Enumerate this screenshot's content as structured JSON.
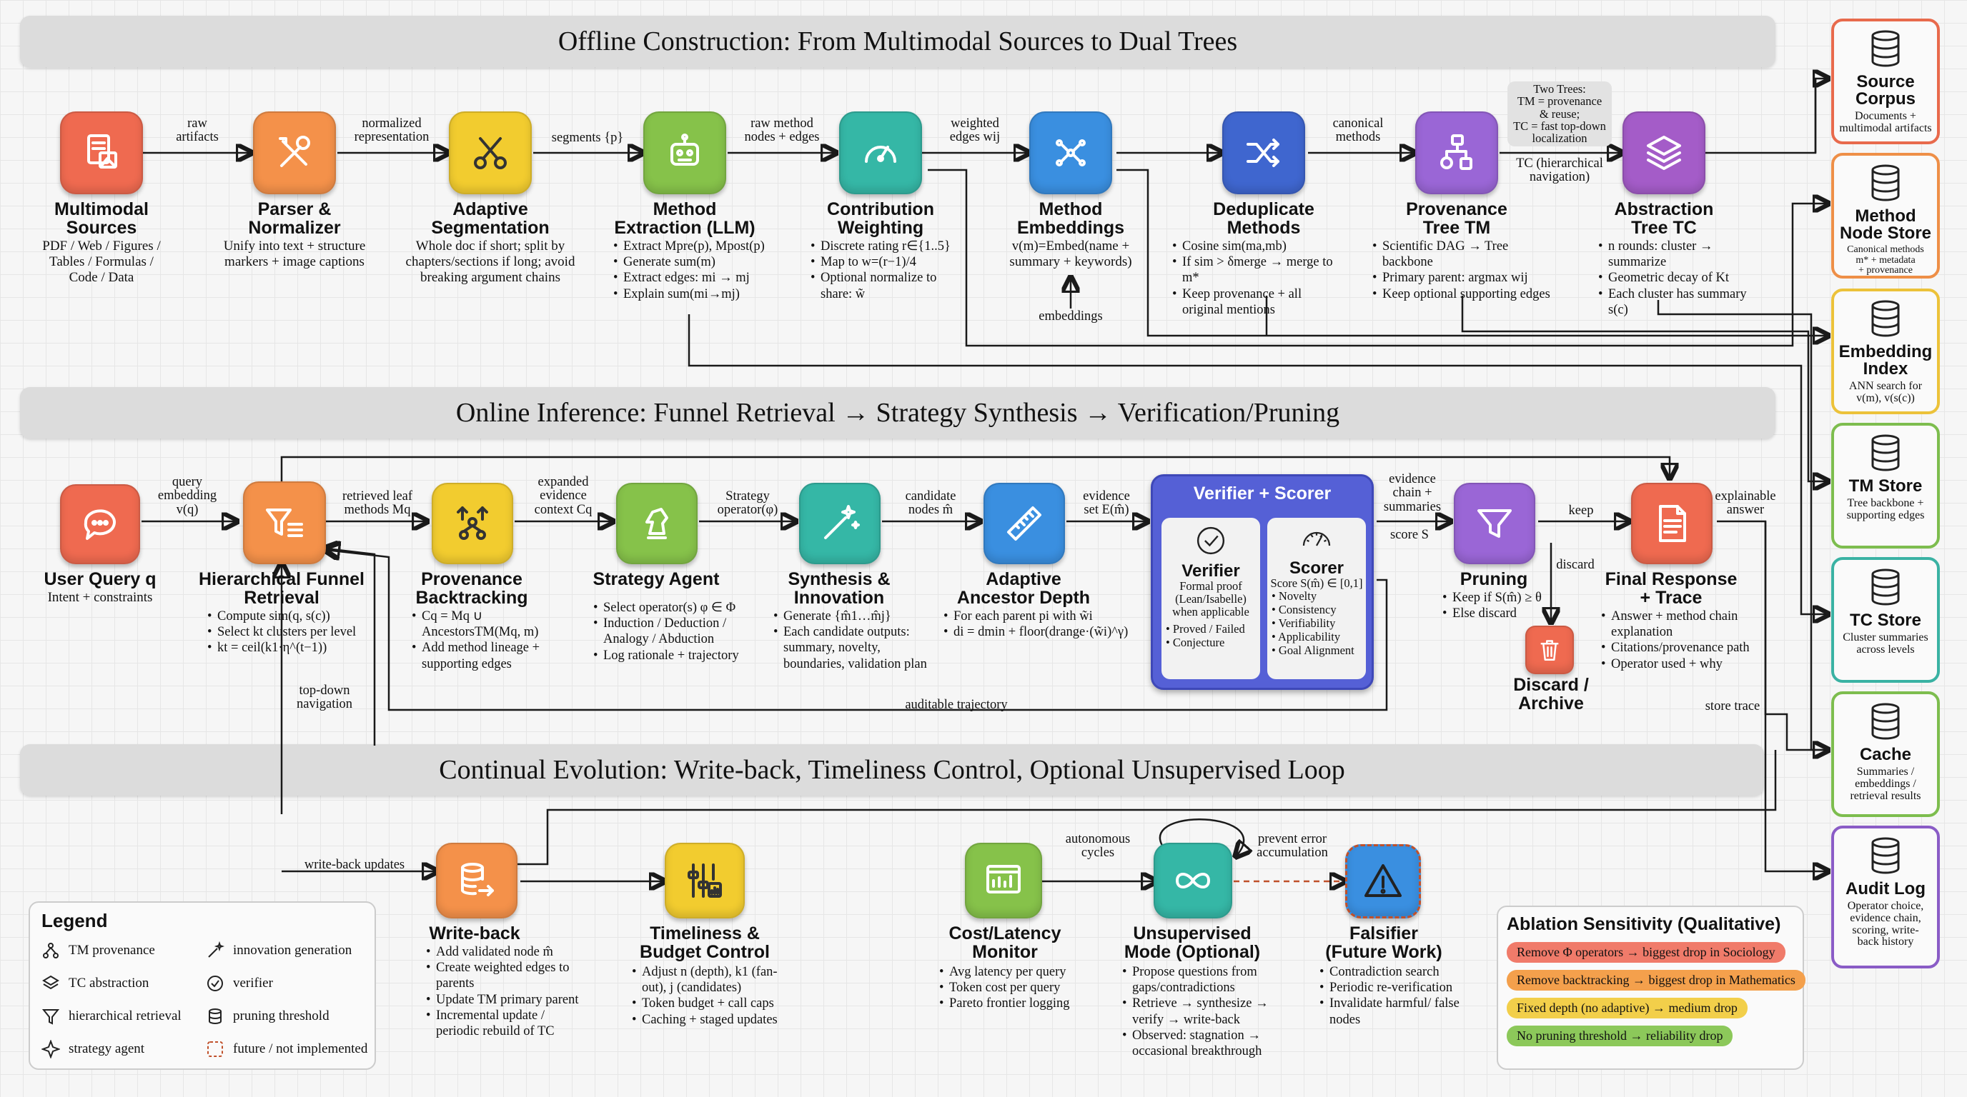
{
  "bands": {
    "offline": "Offline Construction: From Multimodal Sources to Dual Trees",
    "online": "Online Inference: Funnel Retrieval → Strategy Synthesis → Verification/Pruning",
    "evolution": "Continual Evolution: Write-back, Timeliness Control, Optional Unsupervised Loop"
  },
  "offline": {
    "multimodal": {
      "title": "Multimodal\nSources",
      "desc": "PDF / Web / Figures /\nTables / Formulas /\nCode / Data",
      "icon": "document-image-icon",
      "color": "#ef6a50"
    },
    "parser": {
      "title": "Parser &\nNormalizer",
      "desc": "Unify into text + structure\nmarkers + image captions",
      "icon": "tools-icon",
      "color": "#f4914a"
    },
    "segmentation": {
      "title": "Adaptive\nSegmentation",
      "desc": "Whole doc if short; split by\nchapters/sections if long; avoid\nbreaking argument chains",
      "icon": "scissors-icon",
      "color": "#f2cc2f"
    },
    "extraction": {
      "title": "Method\nExtraction (LLM)",
      "bullets": [
        "Extract Mpre(p), Mpost(p)",
        "Generate sum(m)",
        "Extract edges: mi → mj",
        "Explain sum(mi→mj)"
      ],
      "icon": "robot-icon",
      "color": "#86c24a"
    },
    "weighting": {
      "title": "Contribution\nWeighting",
      "bullets": [
        "Discrete rating r∈{1..5}",
        "Map to w=(r−1)/4",
        "Optional normalize to share: w̃"
      ],
      "icon": "gauge-icon",
      "color": "#35b7a6"
    },
    "embeddings": {
      "title": "Method\nEmbeddings",
      "desc": "v(m)=Embed(name +\nsummary + keywords)",
      "icon": "embedding-icon",
      "color": "#3a8fe0"
    },
    "dedup": {
      "title": "Deduplicate\nMethods",
      "bullets": [
        "Cosine sim(ma,mb)",
        "If sim > δmerge → merge to m*",
        "Keep provenance + all original mentions"
      ],
      "icon": "shuffle-icon",
      "color": "#3f66cf"
    },
    "provenance": {
      "title": "Provenance\nTree TM",
      "bullets": [
        "Scientific DAG → Tree backbone",
        "Primary parent: argmax wij",
        "Keep optional supporting edges"
      ],
      "icon": "tree-icon",
      "color": "#9a66d6"
    },
    "abstraction": {
      "title": "Abstraction\nTree TC",
      "bullets": [
        "n rounds: cluster → summarize",
        "Geometric decay of Kt",
        "Each cluster has summary s(c)"
      ],
      "icon": "layers-icon",
      "color": "#a45cc8"
    }
  },
  "offline_labels": {
    "raw_artifacts": "raw\nartifacts",
    "normalized": "normalized\nrepresentation",
    "segments": "segments {p}",
    "raw_method": "raw method\nnodes + edges",
    "weighted": "weighted\nedges wij",
    "canonical": "canonical\nmethods",
    "embeddings_up": "embeddings",
    "two_trees": "Two Trees:\nTM = provenance\n& reuse;\nTC = fast top-down\nlocalization",
    "tc_hier": "TC (hierarchical\nnavigation)"
  },
  "stores": [
    {
      "title": "Source\nCorpus",
      "desc": "Documents +\nmultimodal artifacts",
      "color": "#e86a4c"
    },
    {
      "title": "Method\nNode Store",
      "desc": "Canonical methods\nm* + metadata\n+ provenance",
      "color": "#ee8f47"
    },
    {
      "title": "Embedding\nIndex",
      "desc": "ANN search for\nv(m), v(s(c))",
      "color": "#ecc23a"
    },
    {
      "title": "TM Store",
      "desc": "Tree backbone +\nsupporting edges",
      "color": "#7dbd4e"
    },
    {
      "title": "TC Store",
      "desc": "Cluster summaries\nacross levels",
      "color": "#3ab2a3"
    },
    {
      "title": "Cache",
      "desc": "Summaries /\nembeddings /\nretrieval results",
      "color": "#7dbd4e"
    },
    {
      "title": "Audit Log",
      "desc": "Operator choice,\nevidence chain,\nscoring, write-\nback history",
      "color": "#8a5cc6"
    }
  ],
  "online": {
    "query": {
      "title": "User Query q",
      "desc": "Intent + constraints",
      "icon": "chat-icon",
      "color": "#ef6a50"
    },
    "funnel": {
      "title": "Hierarchical Funnel\nRetrieval",
      "bullets": [
        "Compute sim(q, s(c))",
        "Select kt clusters per level",
        "kt = ceil(k1·η^(t−1))"
      ],
      "icon": "funnel-list-icon",
      "color": "#f4914a"
    },
    "backtracking": {
      "title": "Provenance\nBacktracking",
      "bullets": [
        "Cq = Mq ∪ AncestorsTM(Mq, m)",
        "Add method lineage + supporting edges"
      ],
      "icon": "backtrack-icon",
      "color": "#f2cc2f"
    },
    "strategy": {
      "title": "Strategy Agent",
      "bullets": [
        "Select operator(s) φ ∈ Φ",
        "Induction / Deduction / Analogy / Abduction",
        "Log rationale + trajectory"
      ],
      "icon": "chess-knight-icon",
      "color": "#86c24a"
    },
    "synthesis": {
      "title": "Synthesis &\nInnovation",
      "bullets": [
        "Generate {m̂1…m̂j}",
        "Each candidate outputs: summary, novelty, boundaries, validation plan"
      ],
      "icon": "magic-wand-icon",
      "color": "#35b7a6"
    },
    "ancestor": {
      "title": "Adaptive\nAncestor Depth",
      "bullets": [
        "For each parent pi with w̃i",
        "di = dmin + floor(drange·(w̃i)^γ)"
      ],
      "icon": "ruler-icon",
      "color": "#3a8fe0"
    },
    "verifier_box": "Verifier + Scorer",
    "verifier": {
      "title": "Verifier",
      "desc": "Formal proof\n(Lean/Isabelle)\nwhen applicable",
      "bullets": [
        "Proved / Failed",
        "Conjecture"
      ],
      "icon": "check-circle-icon"
    },
    "scorer": {
      "title": "Scorer",
      "desc": "Score S(m̂) ∈ [0,1]",
      "bullets": [
        "Novelty",
        "Consistency",
        "Verifiability",
        "Applicability",
        "Goal Alignment"
      ],
      "icon": "gauge-icon"
    },
    "pruning": {
      "title": "Pruning",
      "bullets": [
        "Keep if S(m̂) ≥ θ",
        "Else discard"
      ],
      "icon": "filter-icon",
      "color": "#9a66d6"
    },
    "final": {
      "title": "Final Response\n+ Trace",
      "bullets": [
        "Answer + method chain explanation",
        "Citations/provenance path",
        "Operator used + why"
      ],
      "icon": "document-icon",
      "color": "#ef6a50"
    },
    "discard": {
      "title": "Discard /\nArchive",
      "icon": "trash-icon",
      "color": "#ef6a50"
    }
  },
  "online_labels": {
    "query_emb": "query\nembedding\nv(q)",
    "retrieved": "retrieved leaf\nmethods Mq",
    "expanded": "expanded\nevidence\ncontext Cq",
    "strategy_op": "Strategy\noperator(φ)",
    "candidate": "candidate\nnodes m̂",
    "evidence_set": "evidence\nset E(m̂)",
    "evidence_chain": "evidence\nchain +\nsummaries",
    "score": "score S",
    "keep": "keep",
    "discard": "discard",
    "explainable": "explainable\nanswer",
    "auditable": "auditable trajectory",
    "store_trace": "store trace",
    "top_down": "top-down\nnavigation"
  },
  "evolution": {
    "writeback": {
      "title": "Write-back",
      "bullets": [
        "Add validated node m̂",
        "Create weighted edges to parents",
        "Update TM primary parent",
        "Incremental update / periodic rebuild of TC"
      ],
      "icon": "database-write-icon",
      "color": "#f4914a"
    },
    "timeliness": {
      "title": "Timeliness &\nBudget Control",
      "bullets": [
        "Adjust n (depth), k1 (fan-out), j (candidates)",
        "Token budget + call caps",
        "Caching + staged updates"
      ],
      "icon": "sliders-icon",
      "color": "#f2cc2f"
    },
    "cost": {
      "title": "Cost/Latency\nMonitor",
      "bullets": [
        "Avg latency per query",
        "Token cost per query",
        "Pareto frontier logging"
      ],
      "icon": "monitor-icon",
      "color": "#86c24a"
    },
    "unsupervised": {
      "title": "Unsupervised\nMode (Optional)",
      "bullets": [
        "Propose questions from gaps/contradictions",
        "Retrieve → synthesize → verify → write-back",
        "Observed: stagnation → occasional breakthrough"
      ],
      "icon": "infinity-icon",
      "color": "#35b7a6"
    },
    "falsifier": {
      "title": "Falsifier\n(Future Work)",
      "bullets": [
        "Contradiction search",
        "Periodic re-verification",
        "Invalidate harmful/ false nodes"
      ],
      "icon": "warning-icon",
      "color": "#3a8fe0"
    }
  },
  "evolution_labels": {
    "writeback_updates": "write-back updates",
    "autonomous": "autonomous\ncycles",
    "prevent": "prevent error\naccumulation"
  },
  "legend": {
    "title": "Legend",
    "items": [
      {
        "label": "TM provenance",
        "icon": "tree-icon"
      },
      {
        "label": "innovation generation",
        "icon": "magic-wand-icon"
      },
      {
        "label": "TC abstraction",
        "icon": "layers-icon"
      },
      {
        "label": "verifier",
        "icon": "check-circle-icon"
      },
      {
        "label": "hierarchical retrieval",
        "icon": "funnel-icon"
      },
      {
        "label": "pruning threshold",
        "icon": "database-icon"
      },
      {
        "label": "strategy agent",
        "icon": "compass-icon"
      },
      {
        "label": "future / not implemented",
        "icon": "dashed-box-icon"
      }
    ]
  },
  "ablation": {
    "title": "Ablation Sensitivity (Qualitative)",
    "items": [
      {
        "label": "Remove Φ operators → biggest drop in Sociology",
        "color": "#f07b6a"
      },
      {
        "label": "Remove backtracking → biggest drop in Mathematics",
        "color": "#f4a04c"
      },
      {
        "label": "Fixed depth (no adaptive) → medium drop",
        "color": "#f2cf4a"
      },
      {
        "label": "No pruning threshold → reliability drop",
        "color": "#8cc85a"
      }
    ]
  }
}
